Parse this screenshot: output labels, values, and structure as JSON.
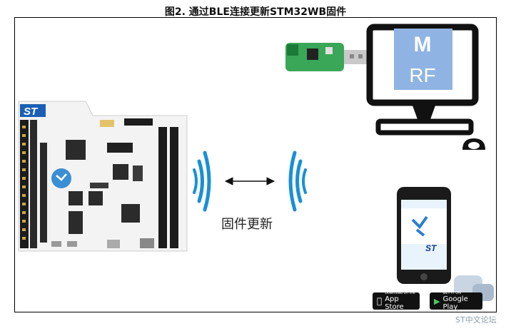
{
  "figure": {
    "title": "图2. 通过BLE连接更新STM32WB固件",
    "caption": "固件更新"
  },
  "pc_screen": {
    "line1": "M",
    "line2": "RF"
  },
  "badges": {
    "app_store_small": "Download on the",
    "app_store_big": "App Store",
    "google_play_small": "GET IT ON",
    "google_play_big": "Google Play"
  },
  "watermark": "ST中文论坛",
  "colors": {
    "signal_blue": "#1a8fd8",
    "screen_blue": "#8fb4e3",
    "board_white": "#f2f2f2",
    "header_black": "#1a1a1a",
    "usb_green": "#3aa657"
  },
  "icons": [
    "st-logo-icon",
    "bluetooth-wave-icon",
    "double-arrow-icon",
    "monitor-icon",
    "mouse-icon",
    "smartphone-icon",
    "usb-dongle-icon"
  ]
}
